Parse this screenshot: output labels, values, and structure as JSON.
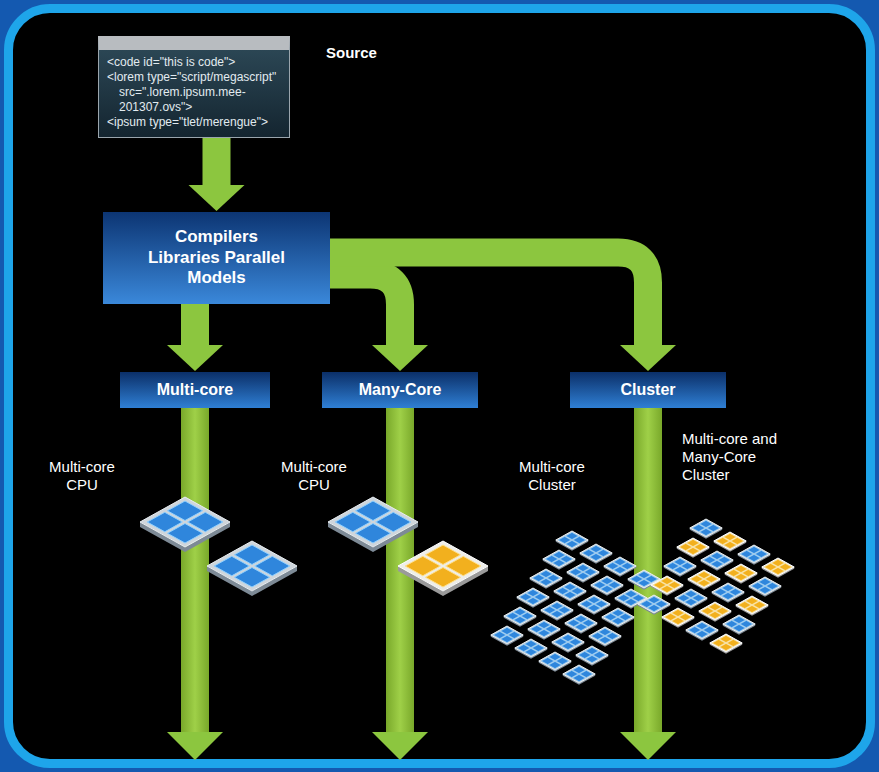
{
  "diagram": {
    "nodes": [
      {
        "text": [
          "<code id=\"this is code\">",
          "<lorem type=\"script/megascript\" src=\".lorem.ipsum.mee-201307.ovs\">",
          "<ipsum type=\"tlet/merengue\">"
        ]
      },
      {
        "text": [
          "Compilers Libraries Parallel Models"
        ]
      },
      {
        "text": [
          "Multi-core"
        ]
      },
      {
        "text": [
          "Many-Core"
        ]
      },
      {
        "text": [
          "Cluster"
        ]
      }
    ],
    "edges": [
      {
        "from": 0,
        "to": 1,
        "arrow": "to"
      },
      {
        "from": 1,
        "to": 2,
        "arrow": "to"
      },
      {
        "from": 1,
        "to": 3,
        "arrow": "to"
      },
      {
        "from": 1,
        "to": 4,
        "arrow": "to"
      }
    ],
    "labels": [
      "Source",
      "Multi-core CPU",
      "Multi-core CPU",
      "Multi-core Cluster",
      "Multi-core and Many-Core Cluster"
    ]
  }
}
